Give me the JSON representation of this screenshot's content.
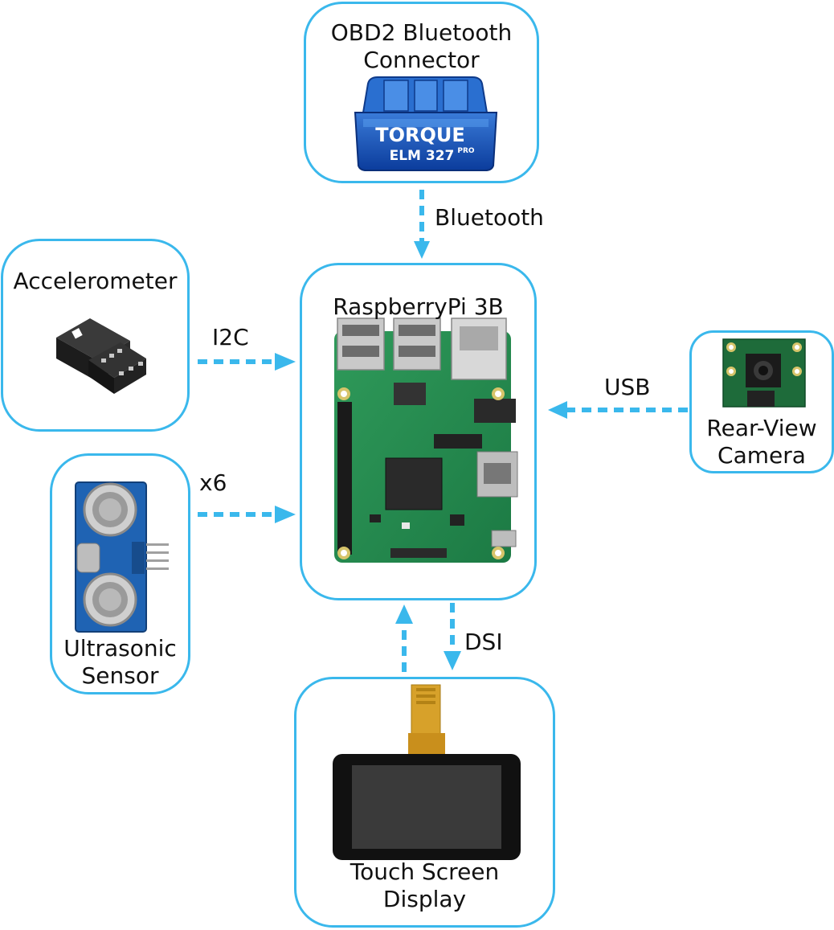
{
  "diagram": {
    "accent_color": "#3ab8ec",
    "nodes": {
      "obd": {
        "title_line1": "OBD2 Bluetooth",
        "title_line2": "Connector",
        "device_text1": "TORQUE",
        "device_text2": "ELM 327",
        "device_text3": "PRO"
      },
      "pi": {
        "title": "RaspberryPi 3B"
      },
      "accel": {
        "title": "Accelerometer"
      },
      "ultra": {
        "title_line1": "Ultrasonic",
        "title_line2": "Sensor"
      },
      "camera": {
        "title_line1": "Rear-View",
        "title_line2": "Camera"
      },
      "display": {
        "title_line1": "Touch Screen",
        "title_line2": "Display"
      }
    },
    "edges": {
      "bluetooth": "Bluetooth",
      "i2c": "I2C",
      "x6": "x6",
      "usb": "USB",
      "dsi": "DSI"
    }
  }
}
